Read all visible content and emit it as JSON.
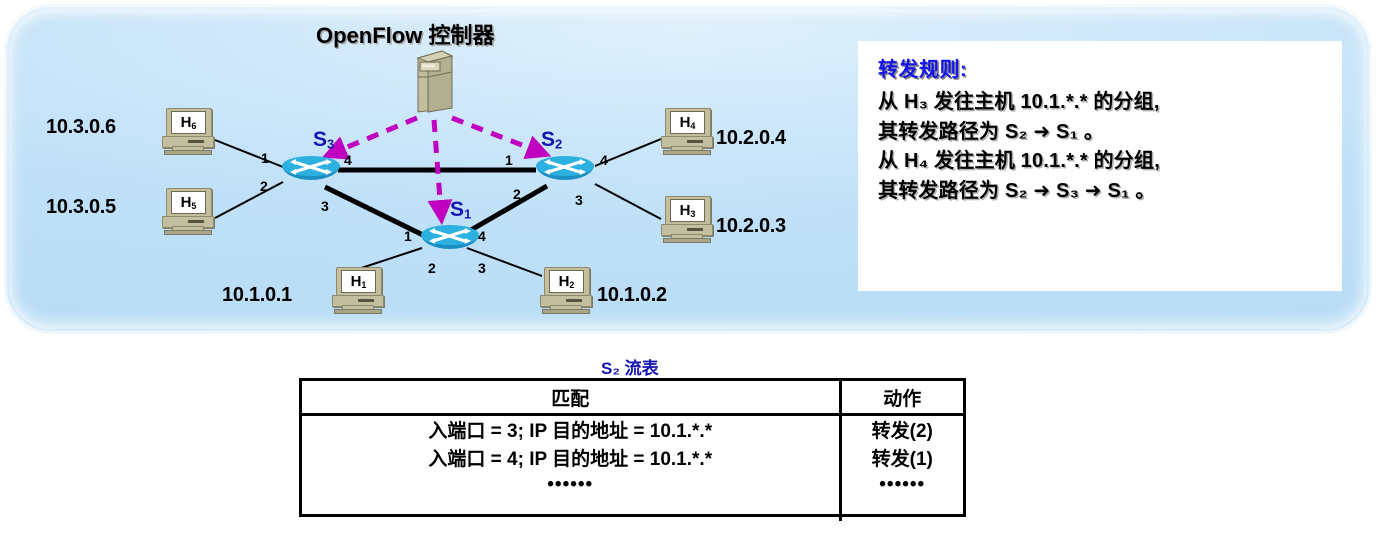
{
  "diagram": {
    "title": "OpenFlow 控制器",
    "controller_icon": "server-tower-icon",
    "hosts": [
      {
        "id": "H6",
        "label": "H",
        "sub": "6",
        "ip": "10.3.0.6"
      },
      {
        "id": "H5",
        "label": "H",
        "sub": "5",
        "ip": "10.3.0.5"
      },
      {
        "id": "H4",
        "label": "H",
        "sub": "4",
        "ip": "10.2.0.4"
      },
      {
        "id": "H3",
        "label": "H",
        "sub": "3",
        "ip": "10.2.0.3"
      },
      {
        "id": "H1",
        "label": "H",
        "sub": "1",
        "ip": "10.1.0.1"
      },
      {
        "id": "H2",
        "label": "H",
        "sub": "2",
        "ip": "10.1.0.2"
      }
    ],
    "switches": [
      {
        "id": "S3",
        "label": "S",
        "sub": "3"
      },
      {
        "id": "S2",
        "label": "S",
        "sub": "2"
      },
      {
        "id": "S1",
        "label": "S",
        "sub": "1"
      }
    ],
    "ports": {
      "s3_p1": "1",
      "s3_p2": "2",
      "s3_p3": "3",
      "s3_p4": "4",
      "s2_p1": "1",
      "s2_p2": "2",
      "s2_p3": "3",
      "s2_p4": "4",
      "s1_p1": "1",
      "s1_p2": "2",
      "s1_p3": "3",
      "s1_p4": "4"
    },
    "colors": {
      "panel_blue": "#bfe0f8",
      "switch_cyan": "#2cb0df",
      "control_link_magenta": "#c000c0",
      "switch_label_blue": "#1414b4",
      "host_beige": "#c3bf9e"
    }
  },
  "rules": {
    "heading": "转发规则:",
    "lines": [
      "从 H₃ 发往主机 10.1.*.* 的分组,",
      "其转发路径为 S₂ ➜ S₁ 。",
      "从 H₄ 发往主机 10.1.*.* 的分组,",
      "其转发路径为 S₂ ➜ S₃ ➜ S₁ 。"
    ]
  },
  "flow_table": {
    "title": "S₂ 流表",
    "headers": [
      "匹配",
      "动作"
    ],
    "rows": [
      {
        "match": "入端口 = 3;  IP 目的地址 = 10.1.*.*",
        "action": "转发(2)"
      },
      {
        "match": "入端口 = 4;  IP 目的地址 = 10.1.*.*",
        "action": "转发(1)"
      },
      {
        "match": "••••••",
        "action": "••••••"
      }
    ]
  }
}
